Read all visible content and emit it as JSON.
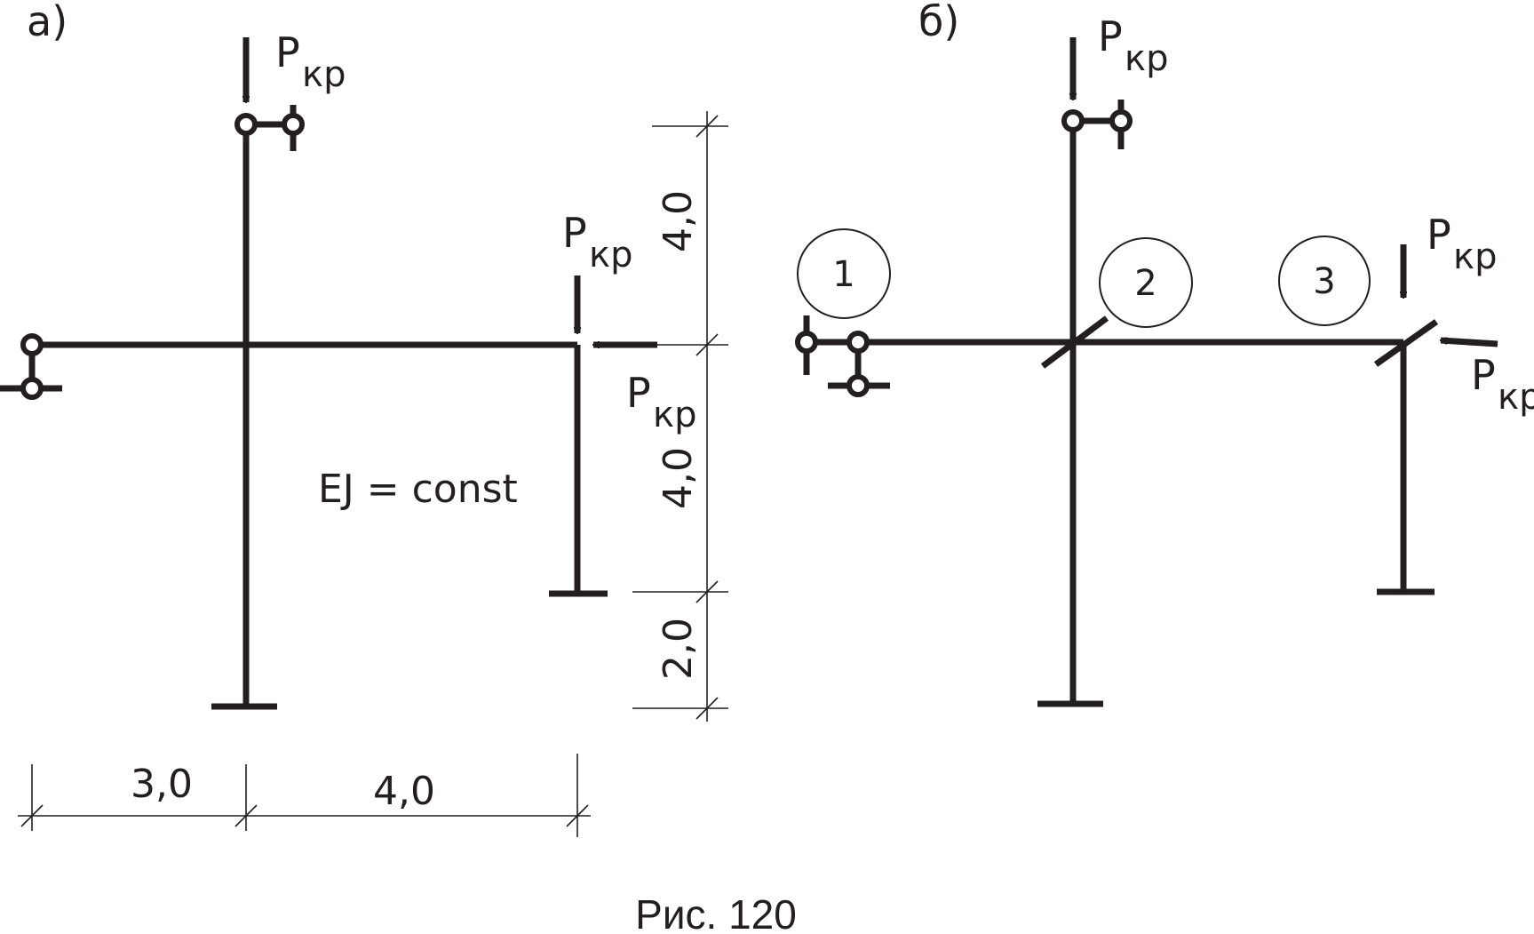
{
  "panels": {
    "a": {
      "label": "а)",
      "dimensions": {
        "h1": "3,0",
        "h2": "4,0",
        "v1": "4,0",
        "v2": "4,0",
        "v3": "2,0"
      },
      "stiffness_note": "EJ = const",
      "loads": [
        {
          "symbol": "P",
          "subscript": "кр"
        },
        {
          "symbol": "P",
          "subscript": "кр"
        },
        {
          "symbol": "P",
          "subscript": "кр"
        }
      ]
    },
    "b": {
      "label": "б)",
      "nodes": [
        "1",
        "2",
        "3"
      ],
      "loads": [
        {
          "symbol": "P",
          "subscript": "кр"
        },
        {
          "symbol": "P",
          "subscript": "кр"
        },
        {
          "symbol": "P",
          "subscript": "кр"
        }
      ]
    }
  },
  "caption": "Рис. 120",
  "colors": {
    "ink": "#231f20",
    "background": "#ffffff"
  }
}
